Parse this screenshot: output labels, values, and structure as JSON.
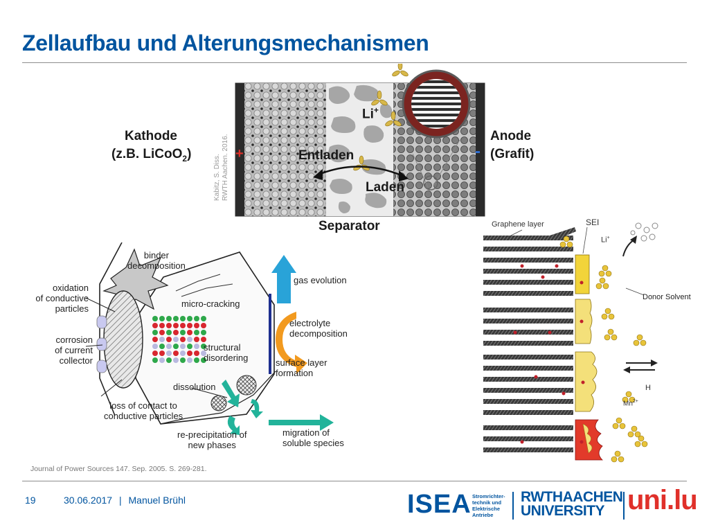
{
  "slide": {
    "title": "Zellaufbau und Alterungsmechanismen",
    "page_number": "19",
    "date": "30.06.2017",
    "separator_char": "|",
    "author": "Manuel Brühl"
  },
  "cell_diagram": {
    "cathode_label": "Kathode",
    "cathode_example": "(z.B. LiCoO",
    "cathode_sub": "2",
    "cathode_close": ")",
    "anode_label": "Anode",
    "anode_example": "(Grafit)",
    "separator_label": "Separator",
    "li_ion": "Li",
    "li_plus": "+",
    "discharge": "Entladen",
    "charge": "Laden",
    "plus_sign": "+",
    "minus_sign": "-",
    "source_line1": "Kabitz, S. Diss.",
    "source_line2": "RWTH Aachen. 2016."
  },
  "cathode_aging": {
    "binder": "binder",
    "binder2": "decomposition",
    "oxidation1": "oxidation",
    "oxidation2": "of conductive",
    "oxidation3": "particles",
    "corrosion1": "corrosion",
    "corrosion2": "of current",
    "corrosion3": "collector",
    "microcracking": "micro-cracking",
    "structural1": "structural",
    "structural2": "disordering",
    "dissolution": "dissolution",
    "loss1": "loss of contact to",
    "loss2": "conductive particles",
    "reprecip1": "re-precipitation of",
    "reprecip2": "new phases",
    "gas": "gas evolution",
    "electrolyte1": "electrolyte",
    "electrolyte2": "decomposition",
    "surface1": "surface layer",
    "surface2": "formation",
    "migration1": "migration of",
    "migration2": "soluble species",
    "citation": "Journal of Power Sources 147. Sep. 2005. S. 269-281."
  },
  "anode_aging": {
    "graphene": "Graphene layer",
    "sei": "SEI",
    "li": "Li",
    "li_sup": "+",
    "donor": "Donor Solvent",
    "h_plus": "H",
    "mn": "Mn",
    "mn_sup": "2+"
  },
  "logos": {
    "isea": "ISEA",
    "isea_tag1": "Stromrichter-",
    "isea_tag2": "technik und",
    "isea_tag3": "Elektrische",
    "isea_tag4": "Antriebe",
    "rwth1": "RWTHAACHEN",
    "rwth2": "UNIVERSITY",
    "uni": "uni.lu"
  },
  "colors": {
    "title_blue": "#00549f",
    "electrode_gray": "#9a9a9a",
    "sei_yellow": "#f2d43a",
    "arrow_blue": "#29a3d8",
    "arrow_orange": "#f29a1f",
    "arrow_green": "#22b39a",
    "plus_red": "#e0302a"
  }
}
